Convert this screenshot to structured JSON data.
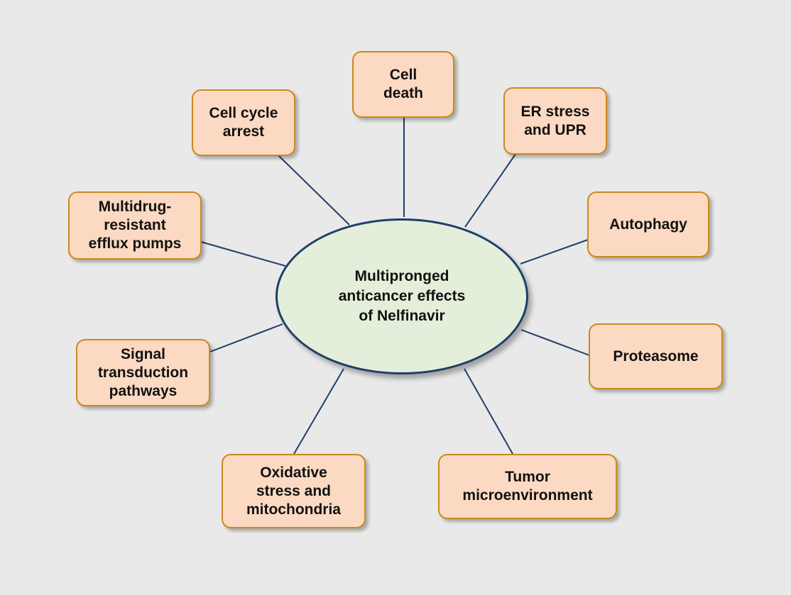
{
  "diagram": {
    "center": "Multipronged\nanticancer effects\nof Nelfinavir",
    "nodes": [
      "Cell\ndeath",
      "ER stress\nand UPR",
      "Autophagy",
      "Proteasome",
      "Tumor\nmicroenvironment",
      "Oxidative\nstress and\nmitochondria",
      "Signal\ntransduction\npathways",
      "Multidrug-\nresistant\nefflux pumps",
      "Cell cycle\narrest"
    ]
  },
  "colors": {
    "background": "#e9e9e9",
    "node_fill": "#fcd9c2",
    "node_border": "#c98a1f",
    "center_fill": "#e3efda",
    "center_border": "#1f3f69",
    "connector": "#1f3f69"
  }
}
